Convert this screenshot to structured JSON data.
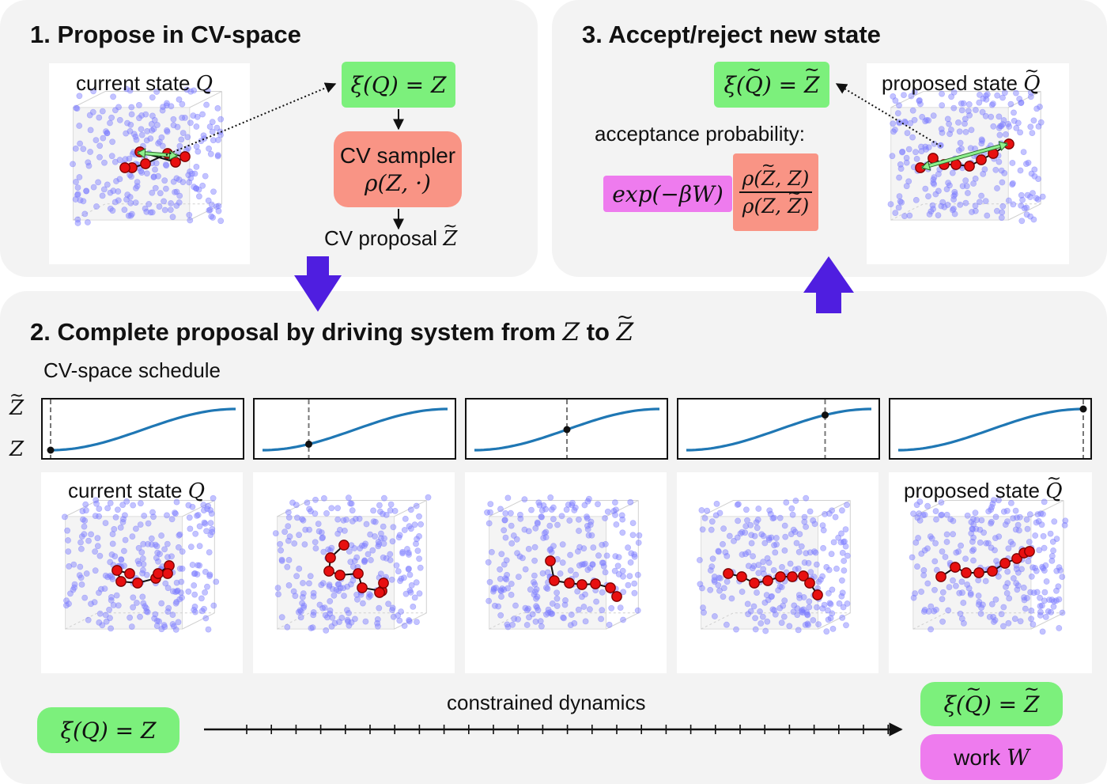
{
  "panel1": {
    "title": "1. Propose in CV-space",
    "current_state_text": "current state ",
    "current_state_symbol": "Q",
    "xi_eq": "ξ(Q) = Z",
    "sampler_line1": "CV sampler",
    "sampler_line2": "ρ(Z, ·)",
    "proposal_text": "CV proposal ",
    "proposal_symbol": "Z"
  },
  "panel3": {
    "title": "3. Accept/reject new state",
    "proposed_state_text": "proposed state ",
    "proposed_state_symbol": "Q",
    "xi_eq_lhs_a": "ξ(",
    "xi_eq_lhs_q": "Q",
    "xi_eq_lhs_b": ") = ",
    "xi_eq_rhs": "Z",
    "acceptance_label": "acceptance probability:",
    "exp_term": "exp(−βW)",
    "ratio_num_a": "ρ(",
    "ratio_num_b": "Z",
    "ratio_num_c": ", Z)",
    "ratio_den_a": "ρ(Z, ",
    "ratio_den_b": "Z",
    "ratio_den_c": ")"
  },
  "panel2": {
    "title_text": "2. Complete proposal by driving system from ",
    "title_z": "Z",
    "title_to": " to ",
    "title_zt": "Z",
    "schedule_label": "CV-space schedule",
    "y_tick_top": "Z",
    "y_tick_bottom": "Z",
    "first_state_text": "current state ",
    "first_state_symbol": "Q",
    "last_state_text": "proposed state ",
    "last_state_symbol": "Q",
    "dynamics_label": "constrained dynamics",
    "start_eq": "ξ(Q) = Z",
    "end_eq_a": "ξ(",
    "end_eq_q": "Q",
    "end_eq_b": ") = ",
    "end_eq_z": "Z",
    "work_label": "work ",
    "work_symbol": "W"
  },
  "schedule": {
    "curve": "smooth sigmoid from Z to Z~",
    "marker_fractions": [
      0.0,
      0.25,
      0.5,
      0.75,
      1.0
    ],
    "n_frames": 5
  },
  "colors": {
    "panel_bg": "#f3f3f3",
    "green_box": "#7cf07c",
    "salmon_box": "#f99485",
    "pink_box": "#ee7bee",
    "big_arrow": "#4f1ee0",
    "curve": "#1f77b4",
    "solvent": "#7b7bff",
    "chain_bead": "#e81010",
    "cv_arrow": "#8ef08e"
  }
}
